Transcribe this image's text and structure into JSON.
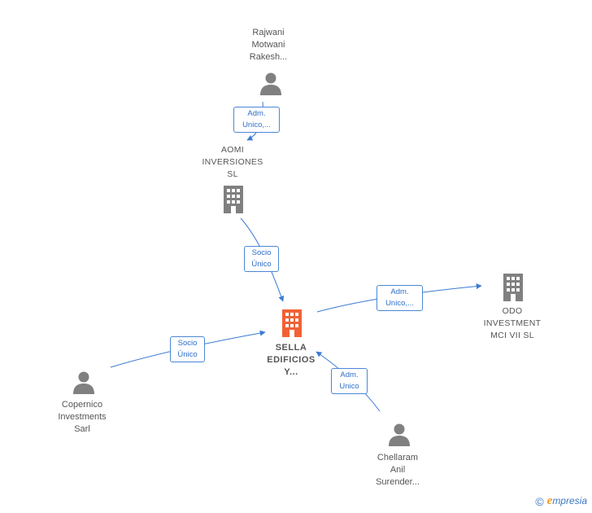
{
  "colors": {
    "edge": "#3a7bd5",
    "person": "#808080",
    "company": "#808080",
    "main_company": "#f26135"
  },
  "nodes": {
    "rajwani": {
      "label": "Rajwani\nMotwani\nRakesh...",
      "icon": "person-icon"
    },
    "aomi": {
      "label": "AOMI\nINVERSIONES\nSL",
      "icon": "building-icon"
    },
    "sella": {
      "label": "SELLA\nEDIFICIOS\nY...",
      "icon": "building-icon"
    },
    "odo": {
      "label": "ODO\nINVESTMENT\nMCI VII  SL",
      "icon": "building-icon"
    },
    "copernico": {
      "label": "Copernico\nInvestments\nSarl",
      "icon": "person-icon"
    },
    "chellaram": {
      "label": "Chellaram\nAnil\nSurender...",
      "icon": "person-icon"
    }
  },
  "edges": {
    "rajwani_aomi": "Adm.\nUnico,...",
    "aomi_sella": "Socio\nÚnico",
    "sella_odo": "Adm.\nUnico,...",
    "copernico_sella": "Socio\nÚnico",
    "chellaram_sella": "Adm.\nUnico"
  },
  "footer": {
    "copyright": "©",
    "brand_initial": "e",
    "brand_rest": "mpresia"
  }
}
